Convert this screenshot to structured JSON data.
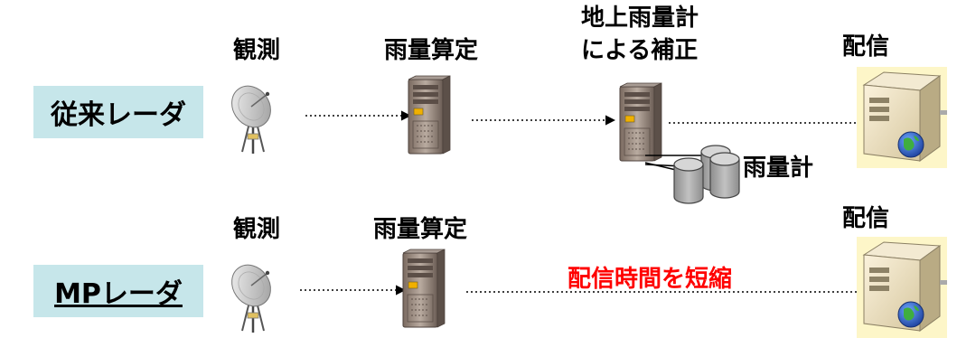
{
  "row1": {
    "label": "従来レーダ",
    "observe": "観測",
    "compute": "雨量算定",
    "correct_line1": "地上雨量計",
    "correct_line2": "による補正",
    "gauge": "雨量計",
    "deliver": "配信"
  },
  "row2": {
    "label": "MPレーダ",
    "observe": "観測",
    "compute": "雨量算定",
    "note": "配信時間を短縮",
    "deliver": "配信"
  },
  "icons": {
    "radar": "satellite-dish-icon",
    "server": "server-tower-icon",
    "delivery": "delivery-server-icon",
    "gauge": "rain-gauge-cylinder-icon"
  },
  "colors": {
    "label_bg": "#c6e6ea",
    "highlight": "#ff0000"
  }
}
